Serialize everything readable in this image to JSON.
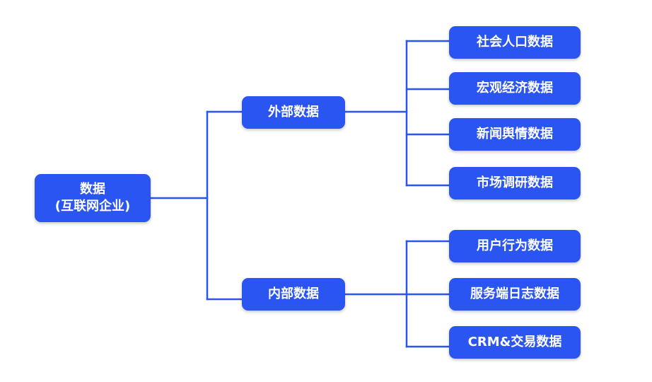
{
  "diagram": {
    "line_color": "#2a55f0",
    "node_color": "#2a55f0",
    "text_color": "#ffffff",
    "root": {
      "line1": "数据",
      "line2": "(互联网企业)"
    },
    "branches": [
      {
        "label": "外部数据",
        "leaves": [
          "社会人口数据",
          "宏观经济数据",
          "新闻舆情数据",
          "市场调研数据"
        ]
      },
      {
        "label": "内部数据",
        "leaves": [
          "用户行为数据",
          "服务端日志数据",
          "CRM&交易数据"
        ]
      }
    ]
  }
}
